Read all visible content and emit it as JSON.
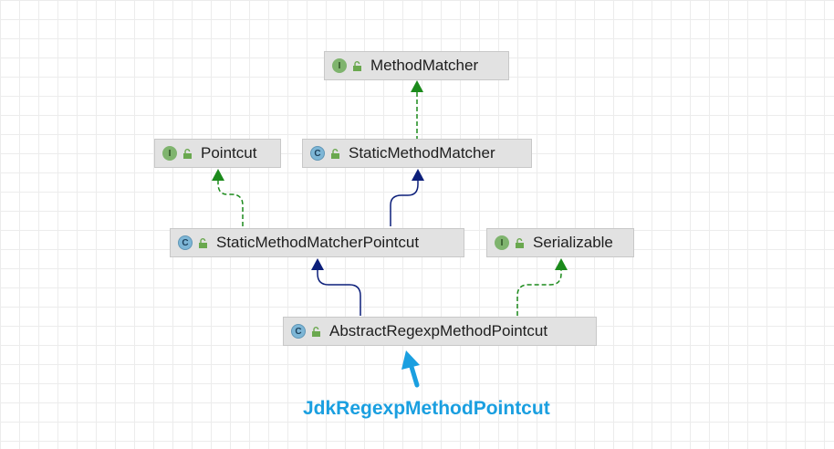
{
  "nodes": {
    "method_matcher": {
      "label": "MethodMatcher",
      "kind": "I"
    },
    "pointcut": {
      "label": "Pointcut",
      "kind": "I"
    },
    "static_method_matcher": {
      "label": "StaticMethodMatcher",
      "kind": "C"
    },
    "static_method_matcher_pointcut": {
      "label": "StaticMethodMatcherPointcut",
      "kind": "C"
    },
    "serializable": {
      "label": "Serializable",
      "kind": "I"
    },
    "abstract_regexp_method_pointcut": {
      "label": "AbstractRegexpMethodPointcut",
      "kind": "C"
    }
  },
  "annotation": {
    "label": "JdkRegexpMethodPointcut"
  },
  "colors": {
    "implements_edge": "#1b8a1b",
    "extends_edge": "#0c1f7a",
    "annotation": "#1a9fe0"
  }
}
